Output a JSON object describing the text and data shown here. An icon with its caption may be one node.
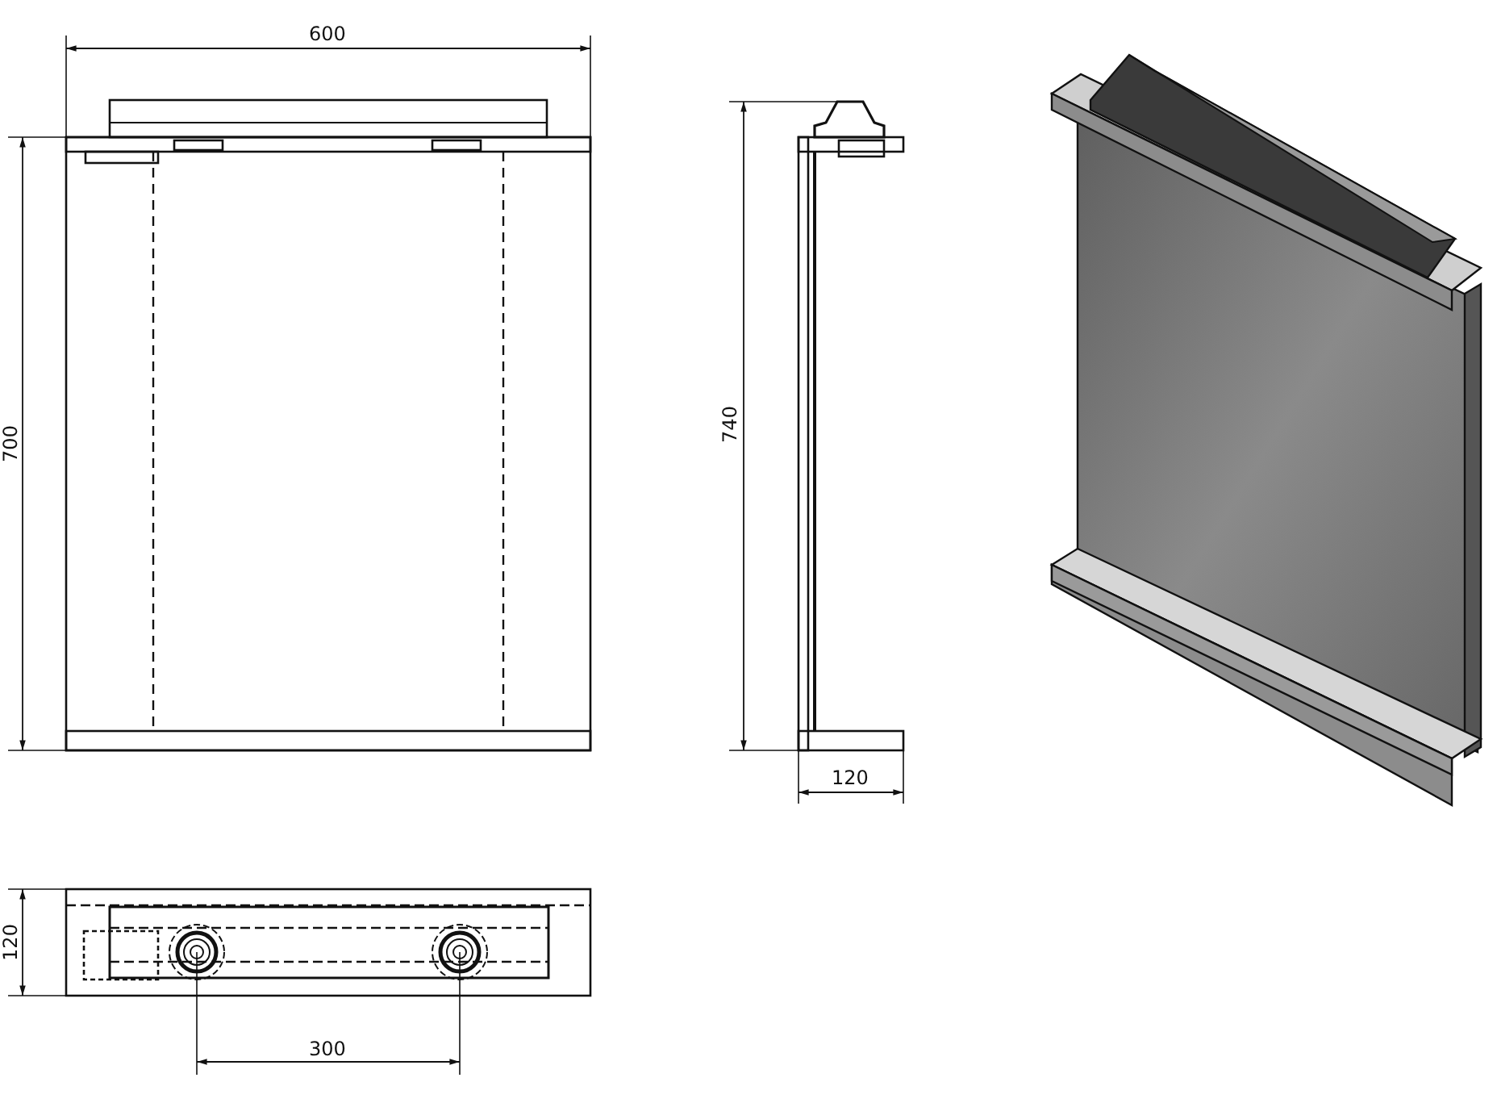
{
  "diagram": {
    "labels": [
      "600",
      "700",
      "740",
      "120",
      "120",
      "300"
    ]
  }
}
